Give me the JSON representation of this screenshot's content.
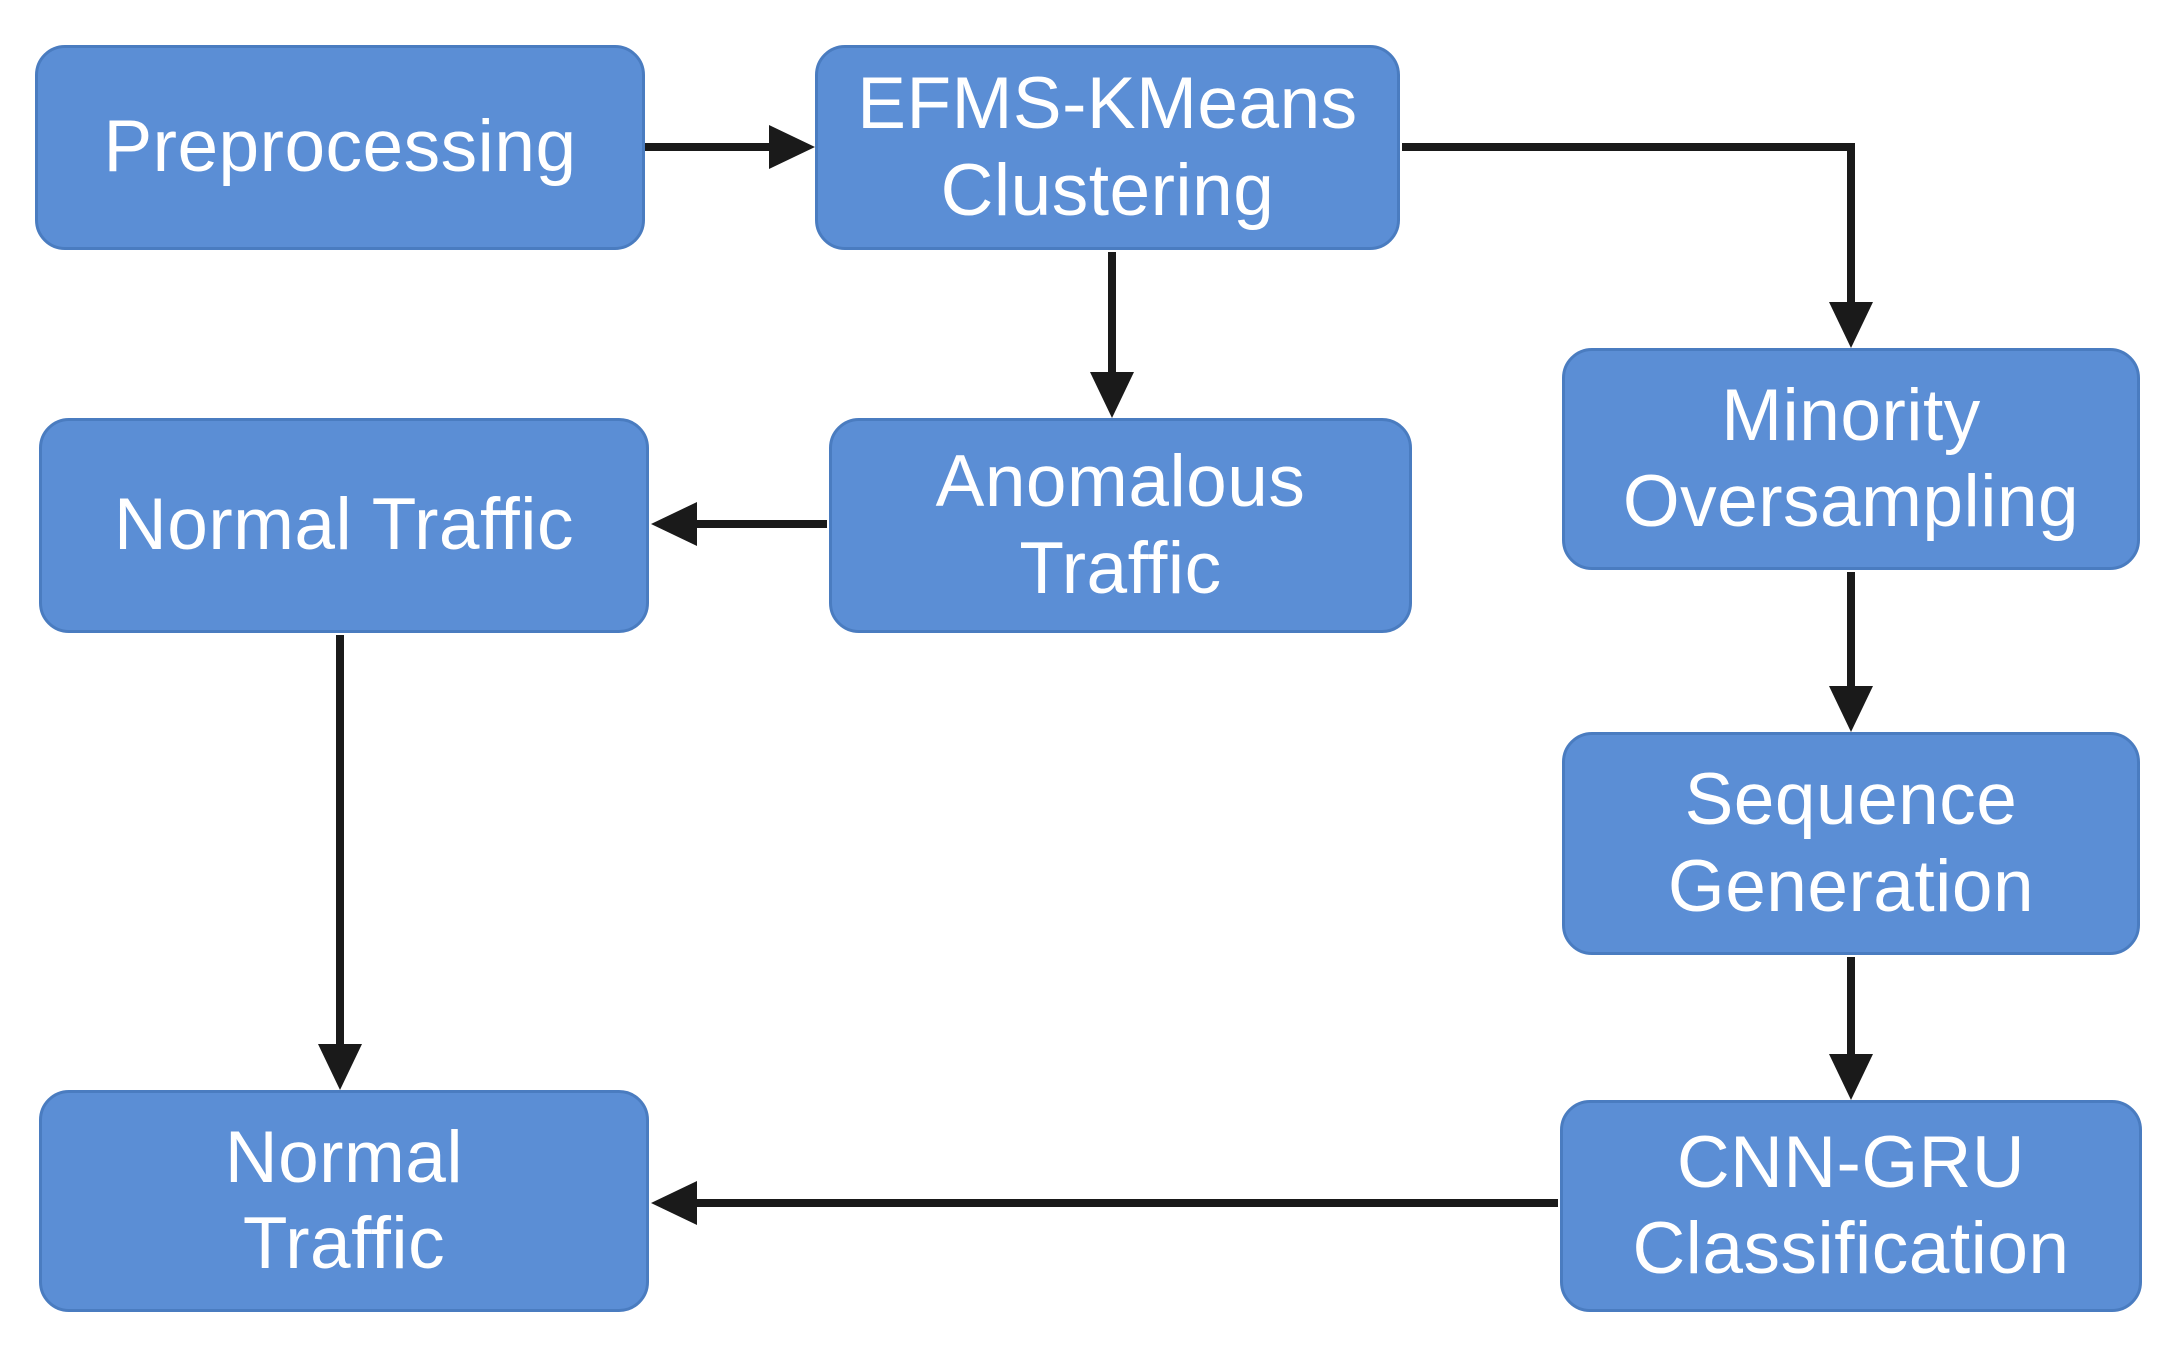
{
  "diagram": {
    "type": "flowchart",
    "colors": {
      "background": "#ffffff",
      "node_fill": "#5b8ed5",
      "node_border": "#4a7cc0",
      "text": "#ffffff",
      "arrow": "#1a1a1a"
    },
    "nodes": {
      "preprocessing": {
        "label": "Preprocessing"
      },
      "efms": {
        "label": "EFMS-KMeans\nClustering"
      },
      "minority": {
        "label": "Minority\nOversampling"
      },
      "normal_mid": {
        "label": "Normal Traffic"
      },
      "anomalous": {
        "label": "Anomalous\nTraffic"
      },
      "sequence": {
        "label": "Sequence\nGeneration"
      },
      "normal_bottom": {
        "label": "Normal\nTraffic"
      },
      "cnn_gru": {
        "label": "CNN-GRU\nClassification"
      }
    },
    "edges": [
      {
        "from": "preprocessing",
        "to": "efms",
        "shape": "straight-right"
      },
      {
        "from": "efms",
        "to": "anomalous",
        "shape": "straight-down"
      },
      {
        "from": "efms",
        "to": "minority",
        "shape": "elbow-right-down"
      },
      {
        "from": "anomalous",
        "to": "normal_mid",
        "shape": "straight-left"
      },
      {
        "from": "normal_mid",
        "to": "normal_bottom",
        "shape": "straight-down"
      },
      {
        "from": "minority",
        "to": "sequence",
        "shape": "straight-down"
      },
      {
        "from": "sequence",
        "to": "cnn_gru",
        "shape": "straight-down"
      },
      {
        "from": "cnn_gru",
        "to": "normal_bottom",
        "shape": "straight-left"
      }
    ]
  }
}
